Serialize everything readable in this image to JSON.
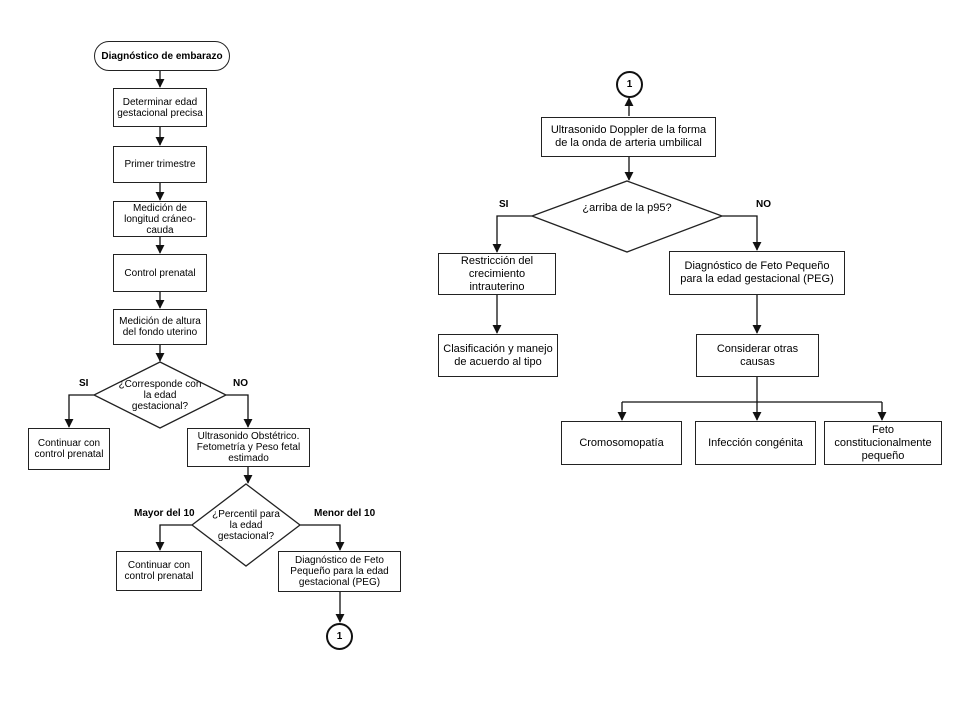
{
  "left_flow": {
    "start": "Diagnóstico de embarazo",
    "step1": "Determinar edad gestacional precisa",
    "step2": "Primer trimestre",
    "step3": "Medición de longitud cráneo-cauda",
    "step4": "Control prenatal",
    "step5": "Medición de altura del fondo uterino",
    "decision1": "¿Corresponde con la edad gestacional?",
    "decision1_yes": "SI",
    "decision1_no": "NO",
    "yes_outcome": "Continuar con control prenatal",
    "no_step": "Ultrasonido Obstétrico. Fetometría y Peso fetal estimado",
    "decision2": "¿Percentil para la edad gestacional?",
    "decision2_left": "Mayor del 10",
    "decision2_right": "Menor del 10",
    "left_outcome": "Continuar con control prenatal",
    "right_outcome": "Diagnóstico de Feto Pequeño para la edad gestacional (PEG)",
    "connector": "1"
  },
  "right_flow": {
    "connector": "1",
    "step1": "Ultrasonido Doppler de la forma de la onda de arteria umbilical",
    "decision": "¿arriba de la p95?",
    "yes_label": "SI",
    "no_label": "NO",
    "yes_step": "Restricción del crecimiento intrauterino",
    "yes_outcome": "Clasificación y manejo de acuerdo al tipo",
    "no_step": "Diagnóstico de Feto Pequeño para la edad gestacional (PEG)",
    "consider": "Considerar otras causas",
    "causes": [
      "Cromosomopatía",
      "Infección congénita",
      "Feto constitucionalmente pequeño"
    ]
  }
}
